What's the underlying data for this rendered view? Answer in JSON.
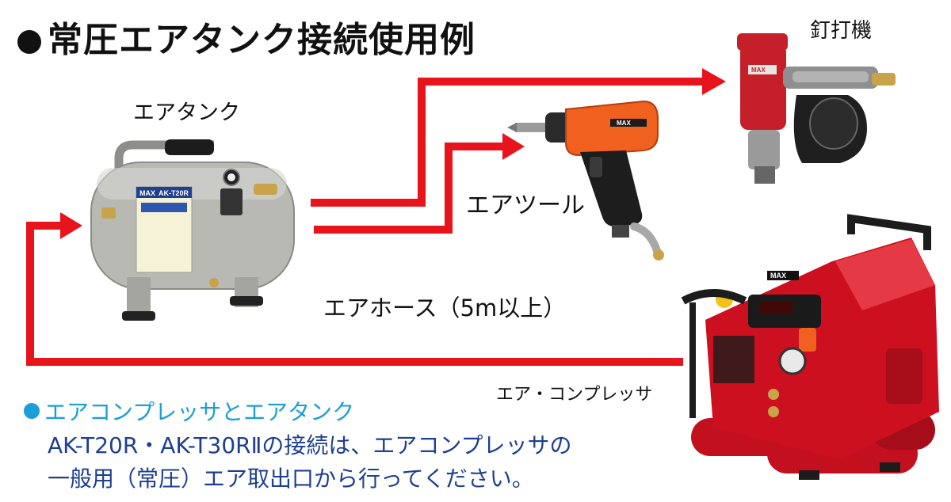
{
  "title": "常圧エアタンク接続使用例",
  "labels": {
    "air_tank": "エアタンク",
    "nailer": "釘打機",
    "air_tool": "エアツール",
    "air_hose": "エアホース（5m以上）",
    "compressor": "エア・コンプレッサ"
  },
  "note": {
    "line1": "エアコンプレッサとエアタンク",
    "line2": "AK-T20R・AK-T30RⅡの接続は、エアコンプレッサの",
    "line3": "一般用（常圧）エア取出口から行ってください。"
  },
  "product_marks": {
    "tank_brand": "MAX",
    "tank_model": "AK-T20R",
    "tool_brand": "MAX",
    "nailer_brand": "MAX",
    "compressor_brand": "MAX"
  },
  "colors": {
    "arrow_red": "#e8141b",
    "note_blue": "#1a9fd8",
    "compressor_red": "#cc1020",
    "tool_orange": "#f0601e",
    "tank_silver": "#b9b9b4"
  }
}
